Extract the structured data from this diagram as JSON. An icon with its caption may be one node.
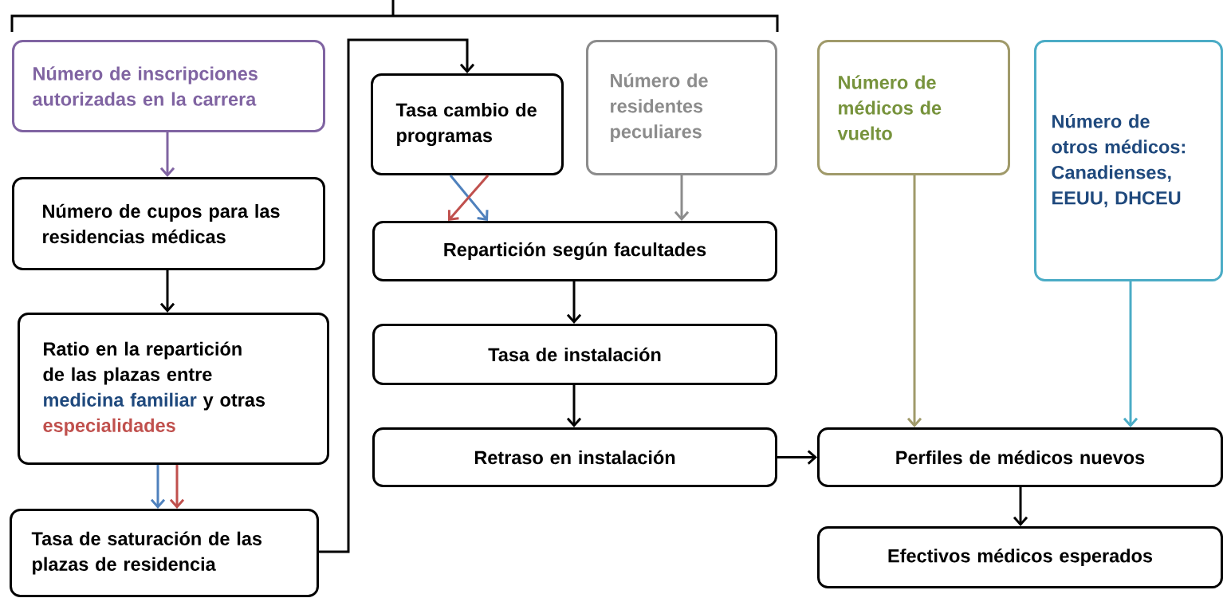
{
  "diagram": {
    "nodes": [
      {
        "text": [
          "Número de inscripciones autorizadas en la carrera"
        ]
      },
      {
        "text": [
          "Número de cupos para las residencias médicas"
        ]
      },
      {
        "text": [
          "Ratio en la repartición de las plazas entre",
          "medicina familiar",
          "y otras",
          "especialidades"
        ]
      },
      {
        "text": [
          "Tasa de saturación de las plazas de residencia"
        ]
      },
      {
        "text": [
          "Tasa cambio de programas"
        ]
      },
      {
        "text": [
          "Número de residentes peculiares"
        ]
      },
      {
        "text": [
          "Repartición según facultades"
        ]
      },
      {
        "text": [
          "Tasa de instalación"
        ]
      },
      {
        "text": [
          "Retraso en instalación"
        ]
      },
      {
        "text": [
          "Número de médicos de vuelto"
        ]
      },
      {
        "text": [
          "Número de otros médicos: Canadienses, EEUU, DHCEU"
        ]
      },
      {
        "text": [
          "Perfiles de médicos nuevos"
        ]
      },
      {
        "text": [
          "Efectivos médicos esperados"
        ]
      }
    ],
    "edges": [
      {
        "from": 0,
        "to": 1,
        "arrow": "to",
        "color": "#8064a2"
      },
      {
        "from": 1,
        "to": 2,
        "arrow": "to"
      },
      {
        "from": 2,
        "to": 3,
        "arrow": "to",
        "color": "#4f81bd"
      },
      {
        "from": 2,
        "to": 3,
        "arrow": "to",
        "color": "#c0504d"
      },
      {
        "from": 3,
        "to": 4,
        "arrow": "to"
      },
      {
        "from": 4,
        "to": 6,
        "arrow": "to",
        "color": "#4f81bd"
      },
      {
        "from": 4,
        "to": 6,
        "arrow": "to",
        "color": "#c0504d"
      },
      {
        "from": 5,
        "to": 6,
        "arrow": "to",
        "color": "#8c8c8c"
      },
      {
        "from": 6,
        "to": 7,
        "arrow": "to"
      },
      {
        "from": 7,
        "to": 8,
        "arrow": "to"
      },
      {
        "from": 8,
        "to": 11,
        "arrow": "to"
      },
      {
        "from": 9,
        "to": 11,
        "arrow": "to",
        "color": "#a09a6a"
      },
      {
        "from": 10,
        "to": 11,
        "arrow": "to",
        "color": "#4bacc6"
      },
      {
        "from": 11,
        "to": 12,
        "arrow": "to"
      }
    ]
  }
}
